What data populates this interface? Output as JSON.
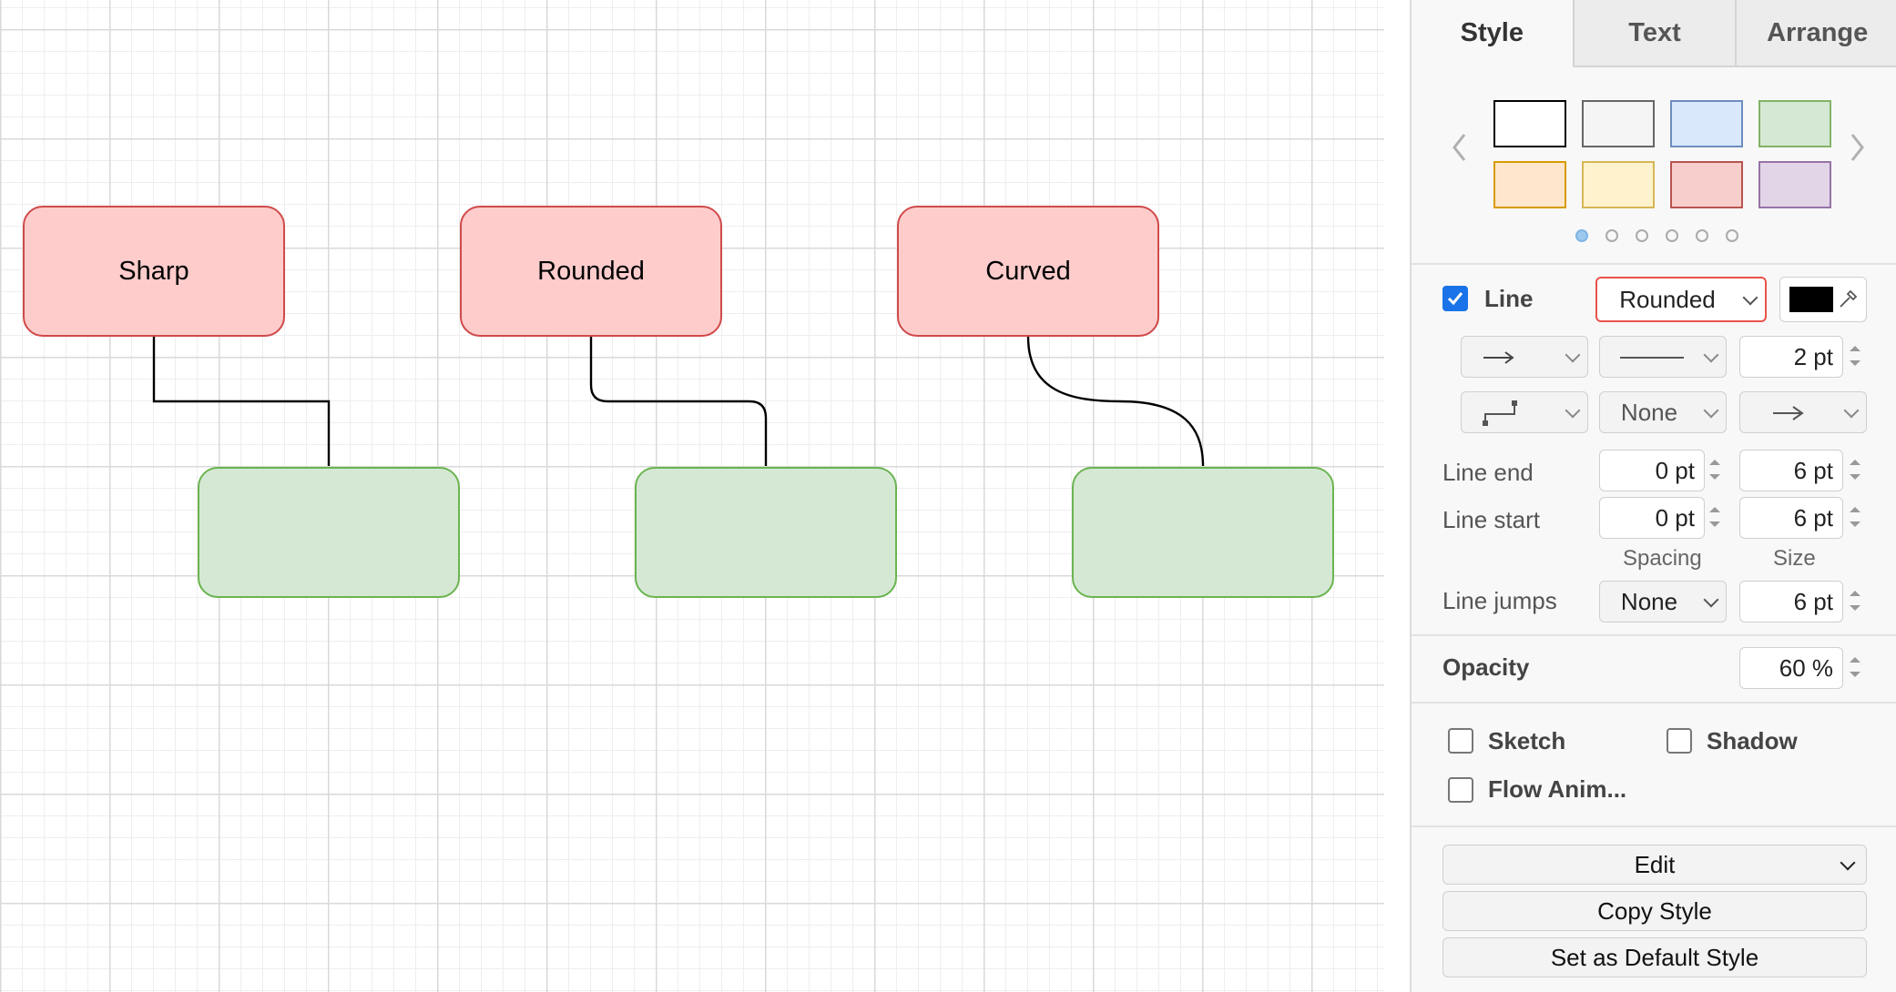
{
  "canvas": {
    "shapes": {
      "sharp": "Sharp",
      "rounded": "Rounded",
      "curved": "Curved"
    }
  },
  "panel": {
    "tabs": [
      "Style",
      "Text",
      "Arrange"
    ],
    "swatch_colors": [
      {
        "fill": "#ffffff",
        "stroke": "#000000"
      },
      {
        "fill": "#f5f5f5",
        "stroke": "#666666"
      },
      {
        "fill": "#dae8fc",
        "stroke": "#6c8ebf"
      },
      {
        "fill": "#d5e8d4",
        "stroke": "#82b366"
      },
      {
        "fill": "#ffe6cc",
        "stroke": "#d79b00"
      },
      {
        "fill": "#fff2cc",
        "stroke": "#d6b656"
      },
      {
        "fill": "#f8cecc",
        "stroke": "#b85450"
      },
      {
        "fill": "#e1d5e7",
        "stroke": "#9673a6"
      }
    ],
    "line": {
      "label": "Line",
      "checked": true,
      "style_value": "Rounded",
      "color": "#000000",
      "width_value": "2 pt",
      "waypoints_value": "None"
    },
    "line_end": {
      "label": "Line end",
      "spacing": "0 pt",
      "size": "6 pt"
    },
    "line_start": {
      "label": "Line start",
      "spacing": "0 pt",
      "size": "6 pt"
    },
    "col_spacing": "Spacing",
    "col_size": "Size",
    "line_jumps": {
      "label": "Line jumps",
      "value": "None",
      "size": "6 pt"
    },
    "opacity": {
      "label": "Opacity",
      "value": "60 %"
    },
    "options": {
      "sketch": "Sketch",
      "shadow": "Shadow",
      "flow": "Flow Anim..."
    },
    "buttons": {
      "edit": "Edit",
      "copy_style": "Copy Style",
      "set_default": "Set as Default Style"
    }
  }
}
